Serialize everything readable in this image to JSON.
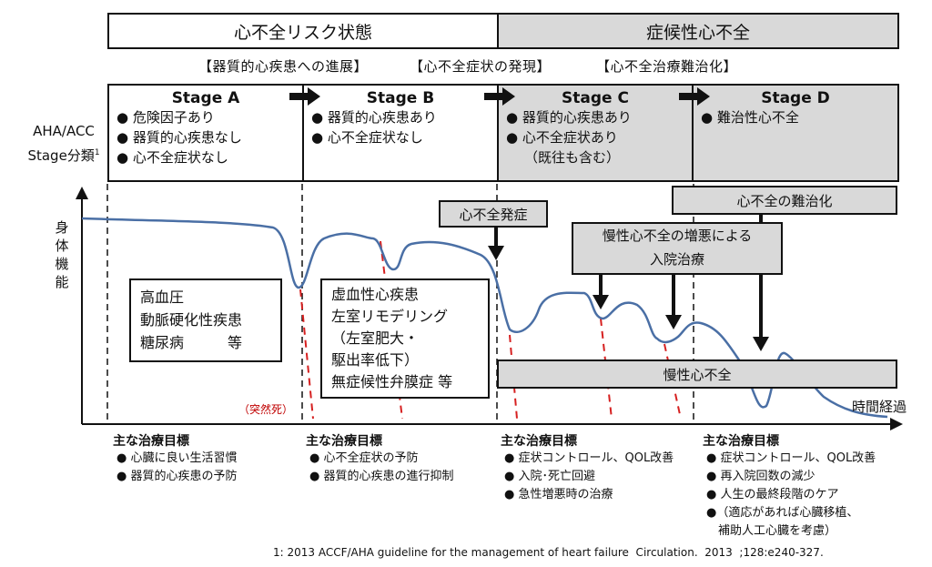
{
  "top_headers": {
    "risk": "心不全リスク状態",
    "symptomatic": "症候性心不全"
  },
  "progress_notes": {
    "n1": "【器質的心疾患への進展】",
    "n2": "【心不全症状の発現】",
    "n3": "【心不全治療難治化】"
  },
  "classification_label": {
    "line1": "AHA/ACC",
    "line2": "Stage分類",
    "footnote_mark": "1"
  },
  "stages": [
    {
      "title": "Stage A",
      "items": [
        "● 危険因子あり",
        "● 器質的心疾患なし",
        "● 心不全症状なし"
      ]
    },
    {
      "title": "Stage B",
      "items": [
        "● 器質的心疾患あり",
        "● 心不全症状なし"
      ]
    },
    {
      "title": "Stage C",
      "items": [
        "● 器質的心疾患あり",
        "● 心不全症状あり",
        "（既往も含む）"
      ]
    },
    {
      "title": "Stage D",
      "items": [
        "● 難治性心不全"
      ]
    }
  ],
  "axis": {
    "y_label": "身体機能",
    "x_label": "時間経過"
  },
  "annotations": {
    "onset": "心不全発症",
    "refractory": "心不全の難治化",
    "exacerbation_line1": "慢性心不全の増悪による",
    "exacerbation_line2": "入院治療",
    "chronic": "慢性心不全",
    "sudden_death": "（突然死）"
  },
  "risk_factors": [
    "高血圧",
    "動脈硬化性疾患",
    "糖尿病　　　等"
  ],
  "structural_disease": [
    "虚血性心疾患",
    "左室リモデリング",
    "（左室肥大・",
    "駆出率低下）",
    "無症候性弁膜症 等"
  ],
  "treatment_goals": [
    {
      "title": "主な治療目標",
      "items": [
        "● 心臓に良い生活習慣",
        "● 器質的心疾患の予防"
      ]
    },
    {
      "title": "主な治療目標",
      "items": [
        "● 心不全症状の予防",
        "● 器質的心疾患の進行抑制"
      ]
    },
    {
      "title": "主な治療目標",
      "items": [
        "● 症状コントロール、QOL改善",
        "● 入院･死亡回避",
        "● 急性増悪時の治療"
      ]
    },
    {
      "title": "主な治療目標",
      "items": [
        "● 症状コントロール、QOL改善",
        "● 再入院回数の減少",
        "● 人生の最終段階のケア",
        "●（適応があれば心臓移植、",
        "　補助人工心臓を考慮）"
      ]
    }
  ],
  "footer": "1: 2013 ACCF/AHA guideline for the management of heart failure  Circulation.  2013  ;128:e240-327.",
  "colors": {
    "curve": "#4a6fa5",
    "dash_red": "#d62020",
    "gray_fill": "#d9d9d9"
  }
}
